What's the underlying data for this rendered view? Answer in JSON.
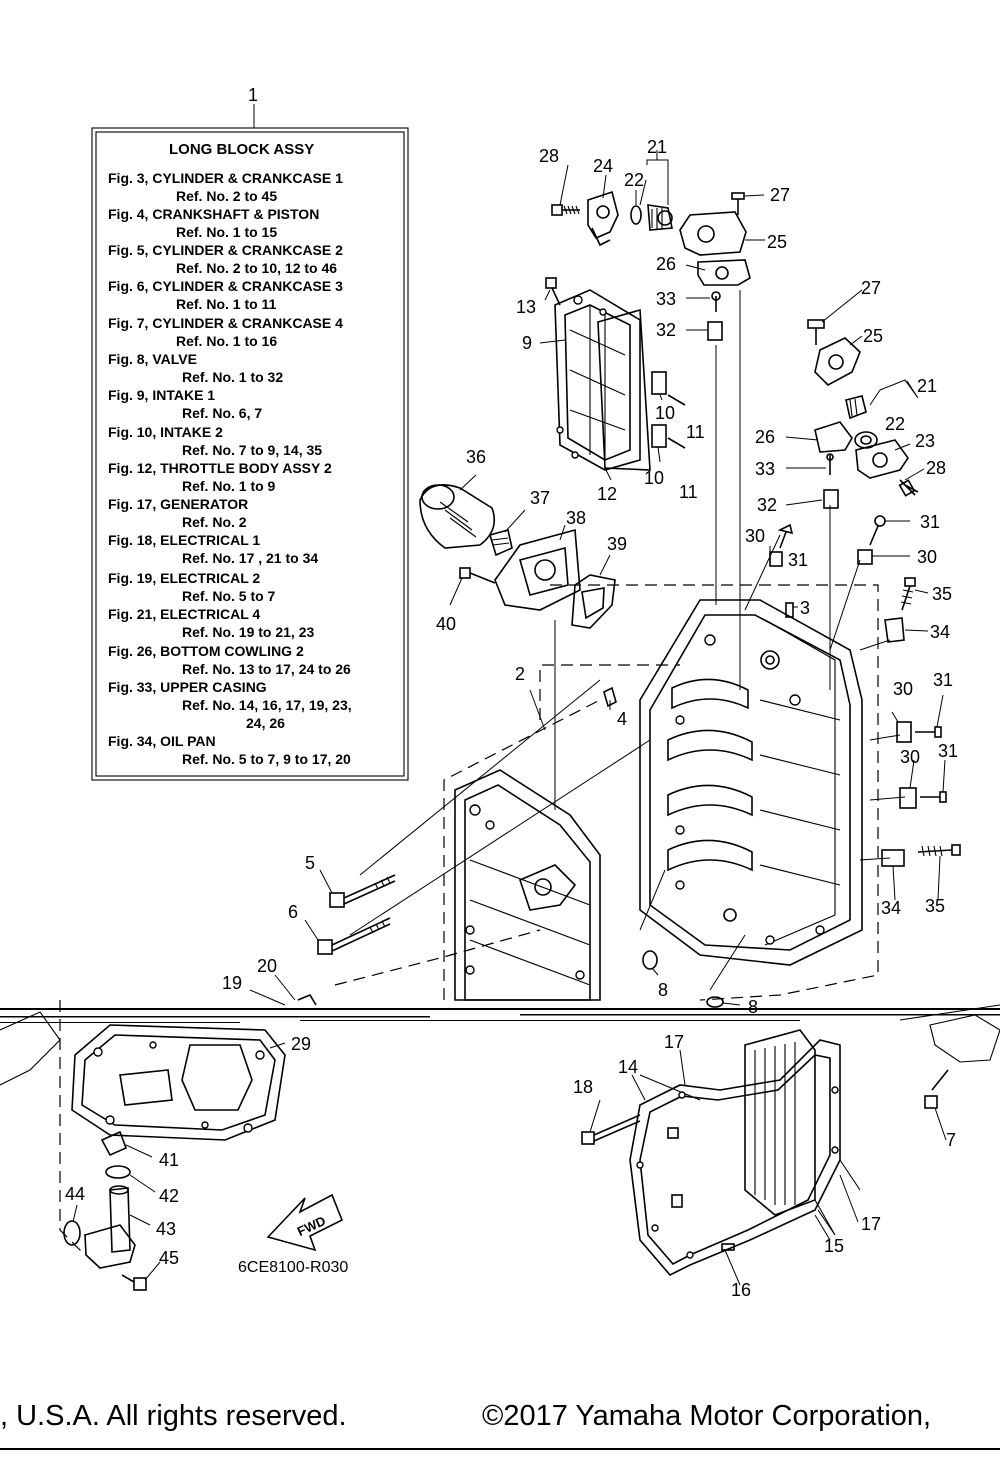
{
  "assembly_box": {
    "ref_number": "1",
    "title": "LONG BLOCK ASSY",
    "entries": [
      {
        "fig": "Fig. 3, CYLINDER & CRANKCASE 1",
        "ref": "Ref. No. 2 to 45"
      },
      {
        "fig": "Fig. 4, CRANKSHAFT & PISTON",
        "ref": "Ref. No. 1 to 15"
      },
      {
        "fig": "Fig. 5, CYLINDER & CRANKCASE 2",
        "ref": "Ref. No. 2 to 10, 12 to 46"
      },
      {
        "fig": "Fig. 6, CYLINDER & CRANKCASE 3",
        "ref": "Ref. No. 1 to 11"
      },
      {
        "fig": "Fig. 7, CYLINDER & CRANKCASE 4",
        "ref": "Ref. No. 1 to 16"
      },
      {
        "fig": "Fig. 8, VALVE",
        "ref": "Ref. No. 1 to 32"
      },
      {
        "fig": "Fig. 9, INTAKE 1",
        "ref": "Ref. No. 6, 7"
      },
      {
        "fig": "Fig. 10, INTAKE 2",
        "ref": "Ref. No. 7 to 9, 14, 35"
      },
      {
        "fig": "Fig. 12, THROTTLE BODY ASSY 2",
        "ref": "Ref. No. 1 to 9"
      },
      {
        "fig": "Fig. 17, GENERATOR",
        "ref": "Ref. No. 2"
      },
      {
        "fig": "Fig. 18, ELECTRICAL 1",
        "ref": "Ref. No. 17 , 21 to 34"
      },
      {
        "fig": "Fig. 19, ELECTRICAL 2",
        "ref": "Ref. No. 5 to 7"
      },
      {
        "fig": "Fig. 21, ELECTRICAL 4",
        "ref": "Ref. No. 19 to 21, 23"
      },
      {
        "fig": "Fig. 26, BOTTOM COWLING 2",
        "ref": "Ref. No. 13 to 17, 24 to 26"
      },
      {
        "fig": "Fig. 33, UPPER CASING",
        "ref": "Ref. No. 14, 16, 17, 19, 23,",
        "ref2": "24, 26"
      },
      {
        "fig": "Fig. 34, OIL PAN",
        "ref": "Ref. No. 5 to 7, 9 to 17, 20"
      }
    ]
  },
  "callouts": {
    "c2": "2",
    "c3": "3",
    "c4": "4",
    "c5": "5",
    "c6": "6",
    "c7": "7",
    "c8a": "8",
    "c8b": "8",
    "c9": "9",
    "c10a": "10",
    "c10b": "10",
    "c11a": "11",
    "c11b": "11",
    "c12": "12",
    "c13": "13",
    "c14": "14",
    "c15": "15",
    "c16": "16",
    "c17a": "17",
    "c17b": "17",
    "c18": "18",
    "c19": "19",
    "c20": "20",
    "c21a": "21",
    "c21b": "21",
    "c22a": "22",
    "c22b": "22",
    "c23": "23",
    "c24": "24",
    "c25a": "25",
    "c25b": "25",
    "c26a": "26",
    "c26b": "26",
    "c27a": "27",
    "c27b": "27",
    "c28a": "28",
    "c28b": "28",
    "c29": "29",
    "c30a": "30",
    "c30b": "30",
    "c30c": "30",
    "c30d": "30",
    "c31a": "31",
    "c31b": "31",
    "c31c": "31",
    "c31d": "31",
    "c32a": "32",
    "c32b": "32",
    "c33a": "33",
    "c33b": "33",
    "c34a": "34",
    "c34b": "34",
    "c35a": "35",
    "c35b": "35",
    "c36": "36",
    "c37": "37",
    "c38": "38",
    "c39": "39",
    "c40": "40",
    "c41": "41",
    "c42": "42",
    "c43": "43",
    "c44": "44",
    "c45": "45"
  },
  "fwd_label": "FWD",
  "diagram_code": "6CE8100-R030",
  "footer": {
    "left": ", U.S.A. All rights reserved.",
    "right": "©2017 Yamaha Motor Corporation,"
  }
}
